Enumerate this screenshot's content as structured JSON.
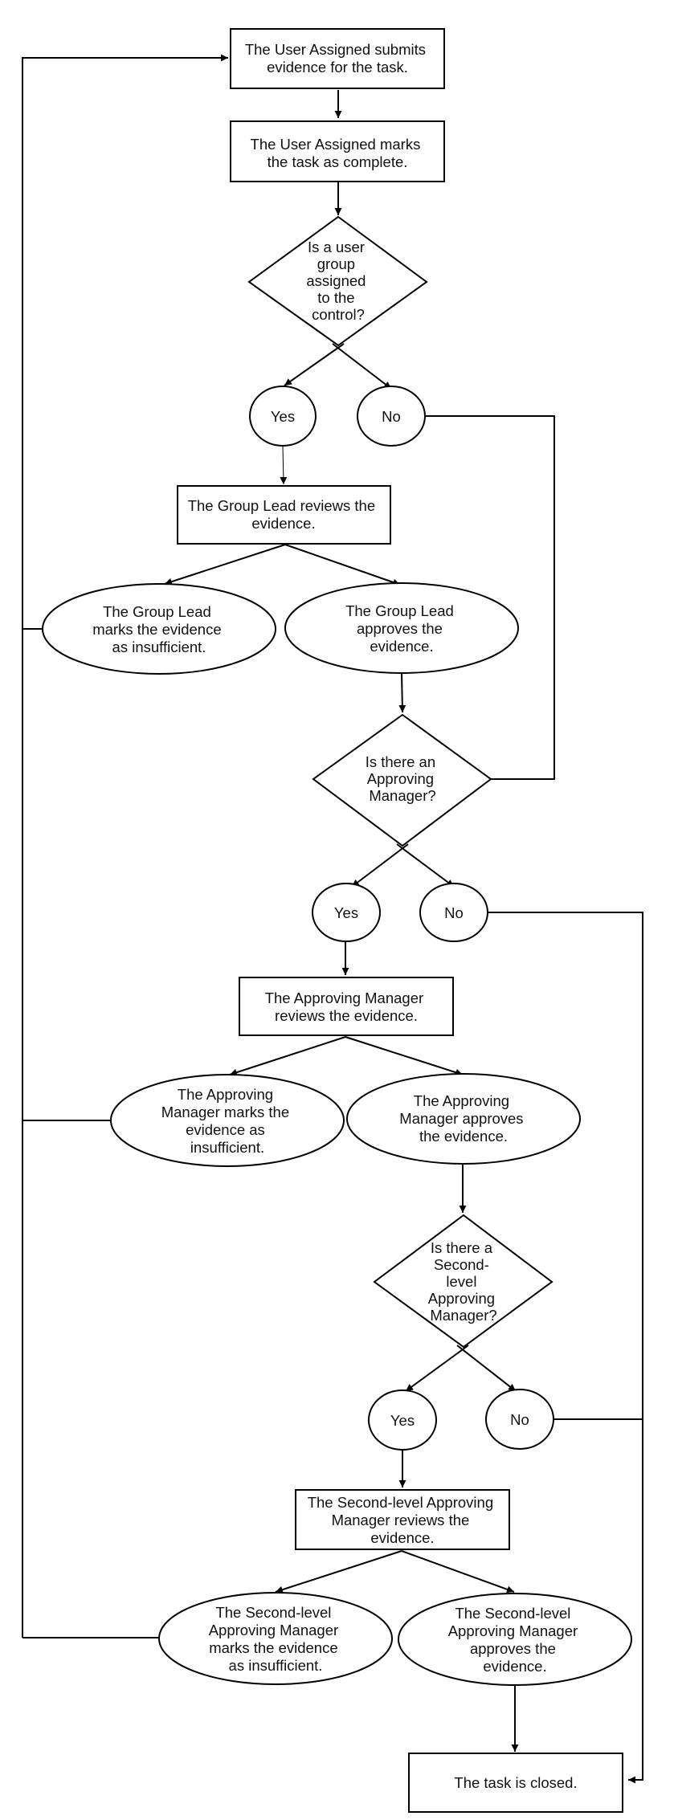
{
  "nodes": [
    {
      "id": "submit",
      "shape": "rect",
      "lines": [
        "The User Assigned submits",
        "evidence for the task."
      ]
    },
    {
      "id": "mark_complete",
      "shape": "rect",
      "lines": [
        "The User Assigned marks",
        "the task as complete."
      ]
    },
    {
      "id": "q_group",
      "shape": "diamond",
      "lines": [
        "Is a user",
        "group",
        "assigned",
        "to the",
        "control?"
      ]
    },
    {
      "id": "yes1",
      "shape": "ellipse",
      "lines": [
        "Yes"
      ]
    },
    {
      "id": "no1",
      "shape": "ellipse",
      "lines": [
        "No"
      ]
    },
    {
      "id": "gl_review",
      "shape": "rect",
      "lines": [
        "The Group  Lead reviews the",
        "evidence."
      ]
    },
    {
      "id": "gl_insufficient",
      "shape": "ellipse",
      "lines": [
        "The Group Lead",
        "marks the evidence",
        "as insufficient."
      ]
    },
    {
      "id": "gl_approve",
      "shape": "ellipse",
      "lines": [
        "The Group Lead",
        "approves the",
        "evidence."
      ]
    },
    {
      "id": "q_am",
      "shape": "diamond",
      "lines": [
        "Is there an",
        "Approving",
        "Manager?"
      ]
    },
    {
      "id": "yes2",
      "shape": "ellipse",
      "lines": [
        "Yes"
      ]
    },
    {
      "id": "no2",
      "shape": "ellipse",
      "lines": [
        "No"
      ]
    },
    {
      "id": "am_review",
      "shape": "rect",
      "lines": [
        "The Approving Manager",
        "reviews the evidence."
      ]
    },
    {
      "id": "am_insufficient",
      "shape": "ellipse",
      "lines": [
        "The Approving",
        "Manager marks the",
        "evidence as",
        "insufficient."
      ]
    },
    {
      "id": "am_approve",
      "shape": "ellipse",
      "lines": [
        "The Approving",
        "Manager approves",
        "the evidence."
      ]
    },
    {
      "id": "q_sl",
      "shape": "diamond",
      "lines": [
        "Is there a",
        "Second-",
        "level",
        "Approving",
        "Manager?"
      ]
    },
    {
      "id": "yes3",
      "shape": "ellipse",
      "lines": [
        "Yes"
      ]
    },
    {
      "id": "no3",
      "shape": "ellipse",
      "lines": [
        "No"
      ]
    },
    {
      "id": "sl_review",
      "shape": "rect",
      "lines": [
        "The Second-level Approving",
        "Manager reviews the",
        "evidence."
      ]
    },
    {
      "id": "sl_insufficient",
      "shape": "ellipse",
      "lines": [
        "The Second-level",
        "Approving Manager",
        "marks the evidence",
        "as insufficient."
      ]
    },
    {
      "id": "sl_approve",
      "shape": "ellipse",
      "lines": [
        "The Second-level",
        "Approving Manager",
        "approves the",
        "evidence."
      ]
    },
    {
      "id": "closed",
      "shape": "rect",
      "lines": [
        "The task is closed."
      ]
    }
  ],
  "edges": [
    {
      "from": "submit",
      "to": "mark_complete"
    },
    {
      "from": "mark_complete",
      "to": "q_group"
    },
    {
      "from": "q_group",
      "to": "yes1"
    },
    {
      "from": "q_group",
      "to": "no1"
    },
    {
      "from": "yes1",
      "to": "gl_review"
    },
    {
      "from": "no1",
      "to": "q_am"
    },
    {
      "from": "gl_review",
      "to": "gl_insufficient"
    },
    {
      "from": "gl_review",
      "to": "gl_approve"
    },
    {
      "from": "gl_insufficient",
      "to": "submit"
    },
    {
      "from": "gl_approve",
      "to": "q_am"
    },
    {
      "from": "q_am",
      "to": "yes2"
    },
    {
      "from": "q_am",
      "to": "no2"
    },
    {
      "from": "yes2",
      "to": "am_review"
    },
    {
      "from": "no2",
      "to": "closed"
    },
    {
      "from": "am_review",
      "to": "am_insufficient"
    },
    {
      "from": "am_review",
      "to": "am_approve"
    },
    {
      "from": "am_insufficient",
      "to": "submit"
    },
    {
      "from": "am_approve",
      "to": "q_sl"
    },
    {
      "from": "q_sl",
      "to": "yes3"
    },
    {
      "from": "q_sl",
      "to": "no3"
    },
    {
      "from": "yes3",
      "to": "sl_review"
    },
    {
      "from": "no3",
      "to": "closed"
    },
    {
      "from": "sl_review",
      "to": "sl_insufficient"
    },
    {
      "from": "sl_review",
      "to": "sl_approve"
    },
    {
      "from": "sl_insufficient",
      "to": "submit"
    },
    {
      "from": "sl_approve",
      "to": "closed"
    }
  ]
}
